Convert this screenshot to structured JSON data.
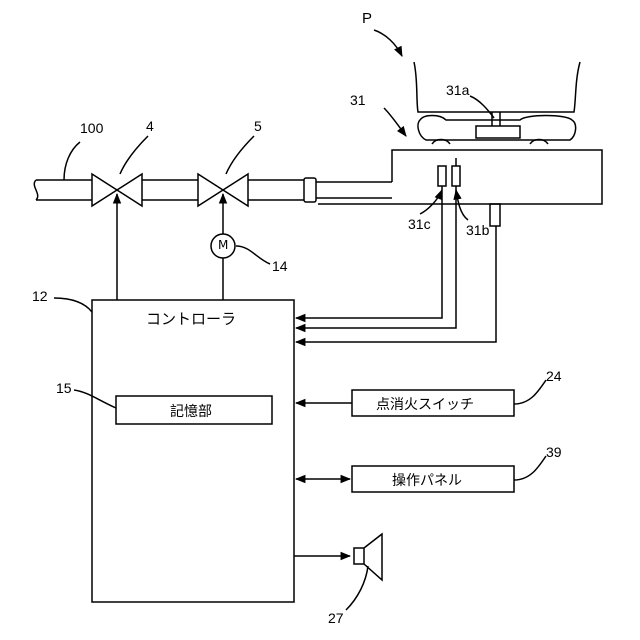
{
  "refs": {
    "pot": "P",
    "stove": "31",
    "grate": "31a",
    "sensor_b": "31b",
    "sensor_c": "31c",
    "gas_pipe": "100",
    "valve_main": "4",
    "valve_prop": "5",
    "motor": "14",
    "controller": "12",
    "memory": "15",
    "ignition_switch": "24",
    "operation_panel": "39",
    "speaker": "27"
  },
  "labels": {
    "controller": "コントローラ",
    "memory": "記憶部",
    "ignition_switch": "点消火スイッチ",
    "operation_panel": "操作パネル",
    "motor": "M"
  }
}
